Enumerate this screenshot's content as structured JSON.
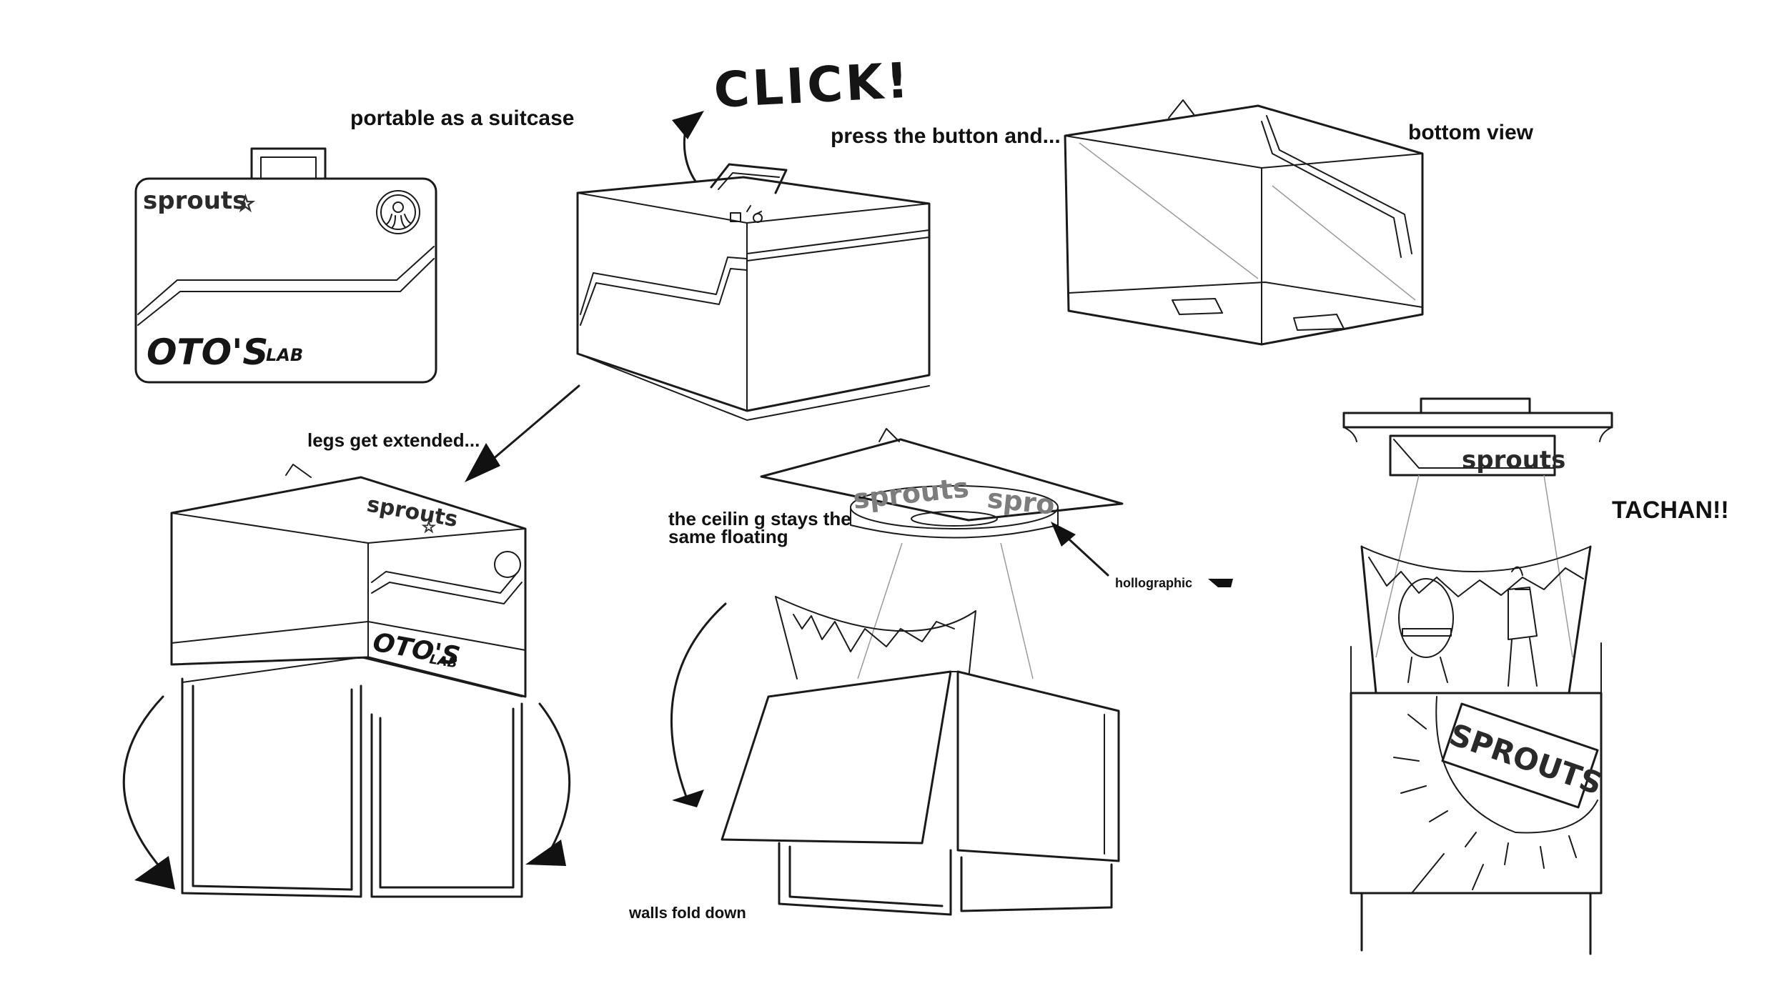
{
  "captions": {
    "portable": "portable as a suitcase",
    "click": "CLICK!",
    "press_button": "press the button and...",
    "bottom_view": "bottom view",
    "legs_extended": "legs get extended...",
    "ceiling_line1": "the ceilin g stays the",
    "ceiling_line2": "same floating",
    "holographic": "hollographic",
    "walls_fold": "walls fold down",
    "tachan": "TACHAN!!"
  },
  "branding": {
    "sprouts": "sprouts",
    "sprouts_partial": "spro",
    "sprouts_upper": "SPROUTS",
    "lab_name": "OTO'S",
    "lab_suffix": "LAB"
  },
  "icons": {
    "star": "star-icon",
    "seal": "octopus-seal-icon",
    "sunglasses": "sunglasses-icon"
  }
}
